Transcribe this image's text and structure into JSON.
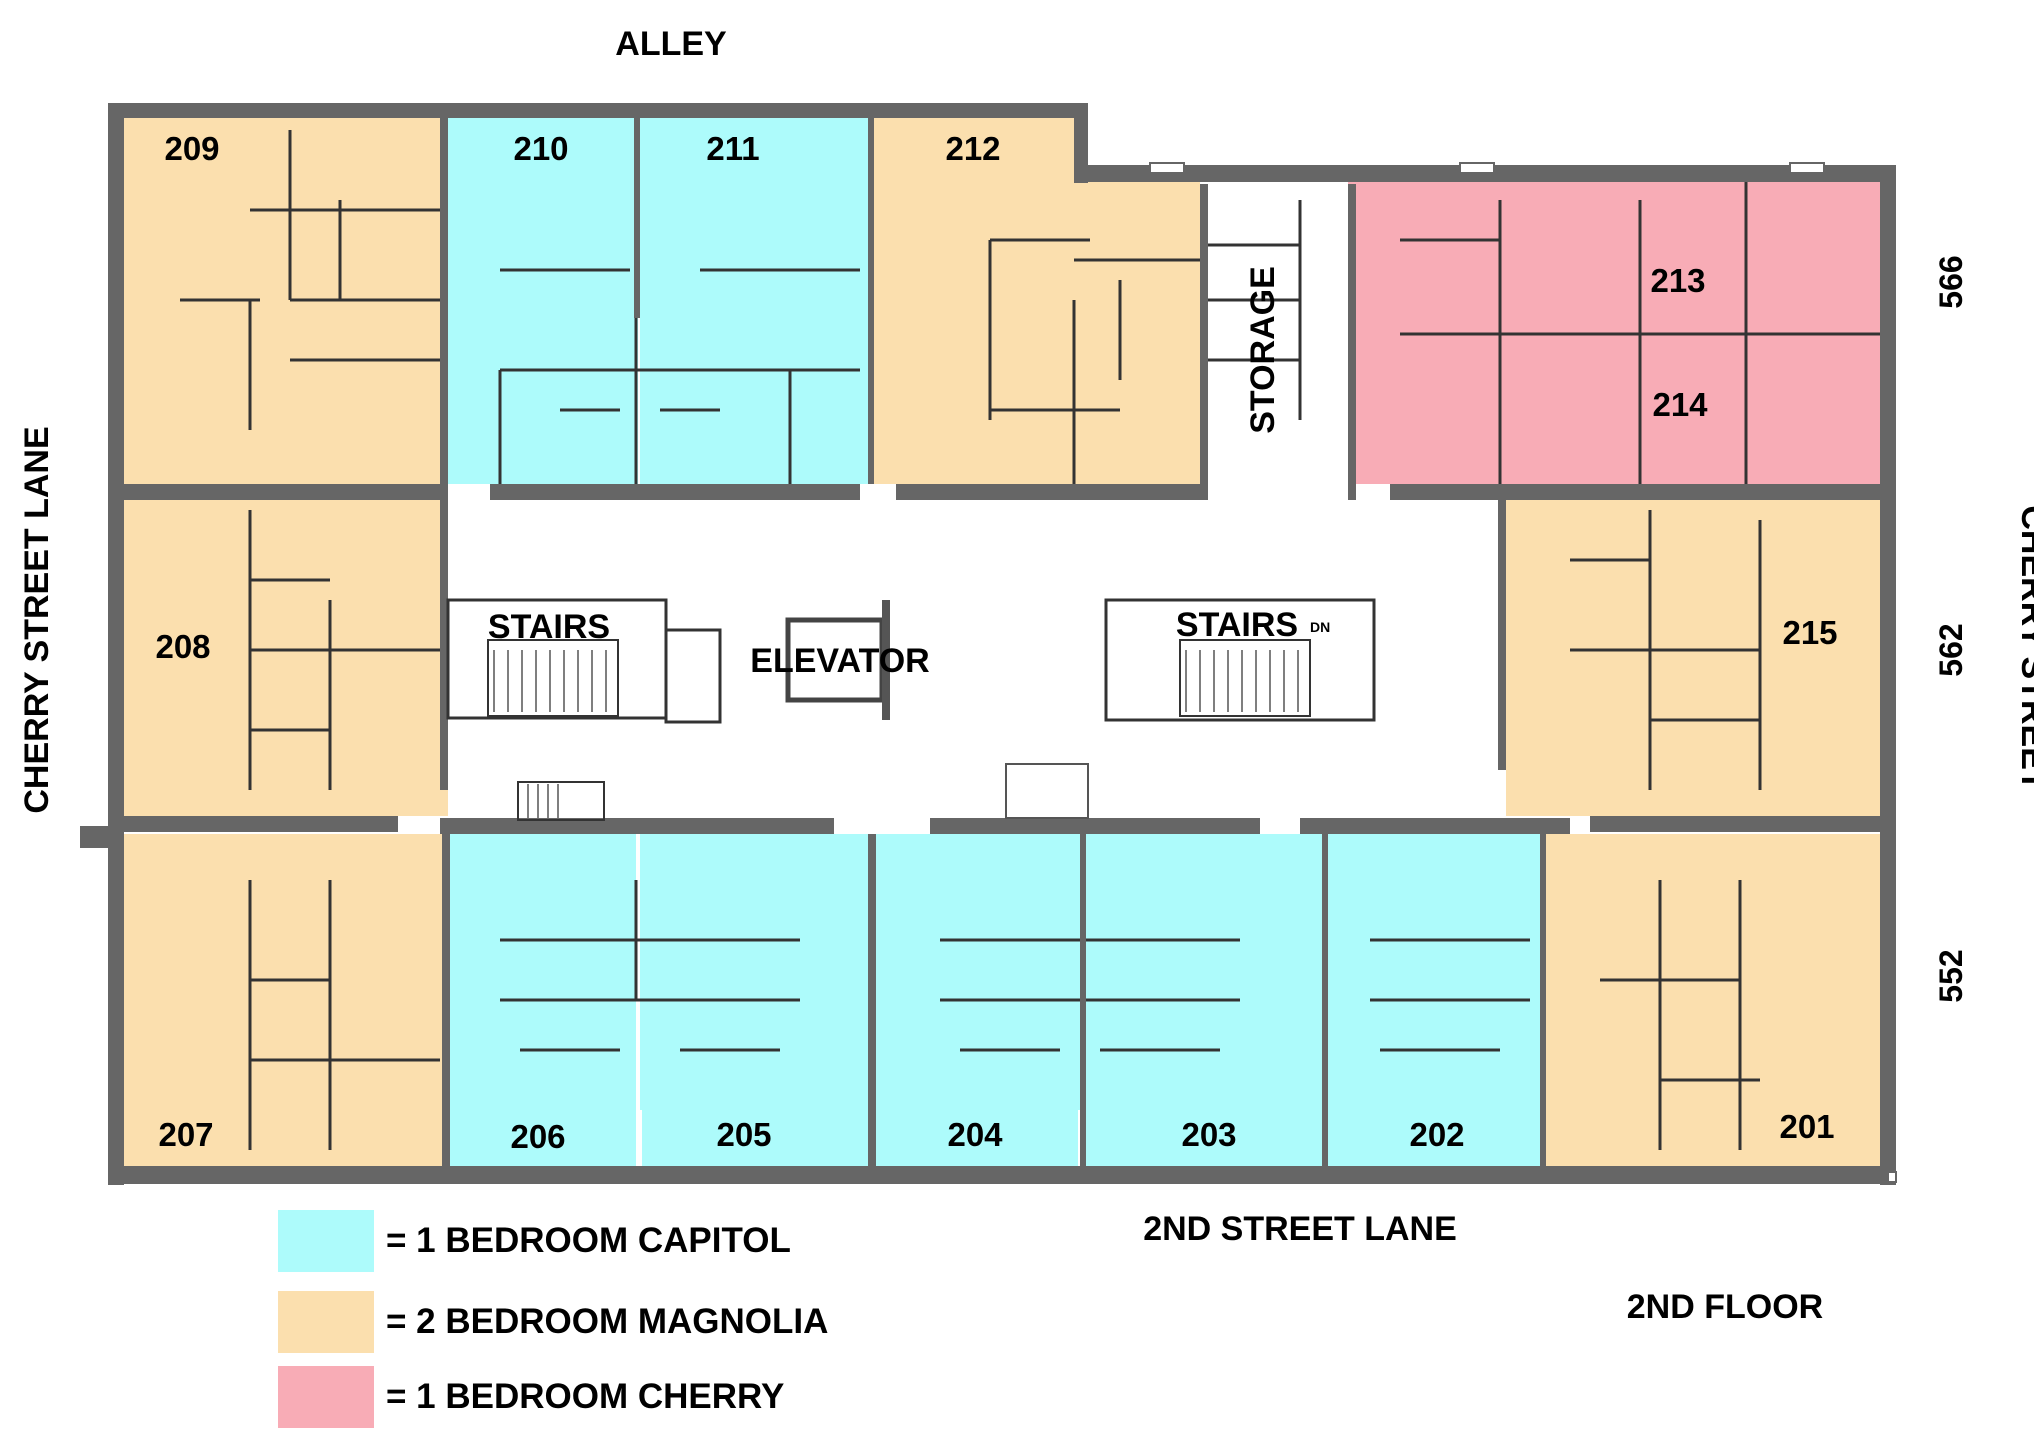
{
  "colors": {
    "capitol": "#adfbfb",
    "magnolia": "#fbdfae",
    "cherry": "#f8acb6",
    "wall": "#666666"
  },
  "streets": {
    "top": "ALLEY",
    "bottom": "2ND STREET LANE",
    "left": "CHERRY STREET LANE",
    "right": "CHERRY STREET"
  },
  "floor_label": "2ND FLOOR",
  "addresses": [
    "566",
    "562",
    "552"
  ],
  "common_areas": {
    "storage": "STORAGE",
    "stairs_left": "STAIRS",
    "stairs_right": "STAIRS",
    "elevator": "ELEVATOR",
    "dn_mark": "DN"
  },
  "units": [
    {
      "number": "209",
      "type": "magnolia"
    },
    {
      "number": "210",
      "type": "capitol"
    },
    {
      "number": "211",
      "type": "capitol"
    },
    {
      "number": "212",
      "type": "magnolia"
    },
    {
      "number": "213",
      "type": "cherry"
    },
    {
      "number": "214",
      "type": "cherry"
    },
    {
      "number": "208",
      "type": "magnolia"
    },
    {
      "number": "215",
      "type": "magnolia"
    },
    {
      "number": "207",
      "type": "magnolia"
    },
    {
      "number": "206",
      "type": "capitol"
    },
    {
      "number": "205",
      "type": "capitol"
    },
    {
      "number": "204",
      "type": "capitol"
    },
    {
      "number": "203",
      "type": "capitol"
    },
    {
      "number": "202",
      "type": "capitol"
    },
    {
      "number": "201",
      "type": "magnolia"
    }
  ],
  "legend": [
    {
      "type": "capitol",
      "label": "= 1 BEDROOM CAPITOL"
    },
    {
      "type": "magnolia",
      "label": "= 2 BEDROOM MAGNOLIA"
    },
    {
      "type": "cherry",
      "label": "= 1 BEDROOM CHERRY"
    }
  ]
}
